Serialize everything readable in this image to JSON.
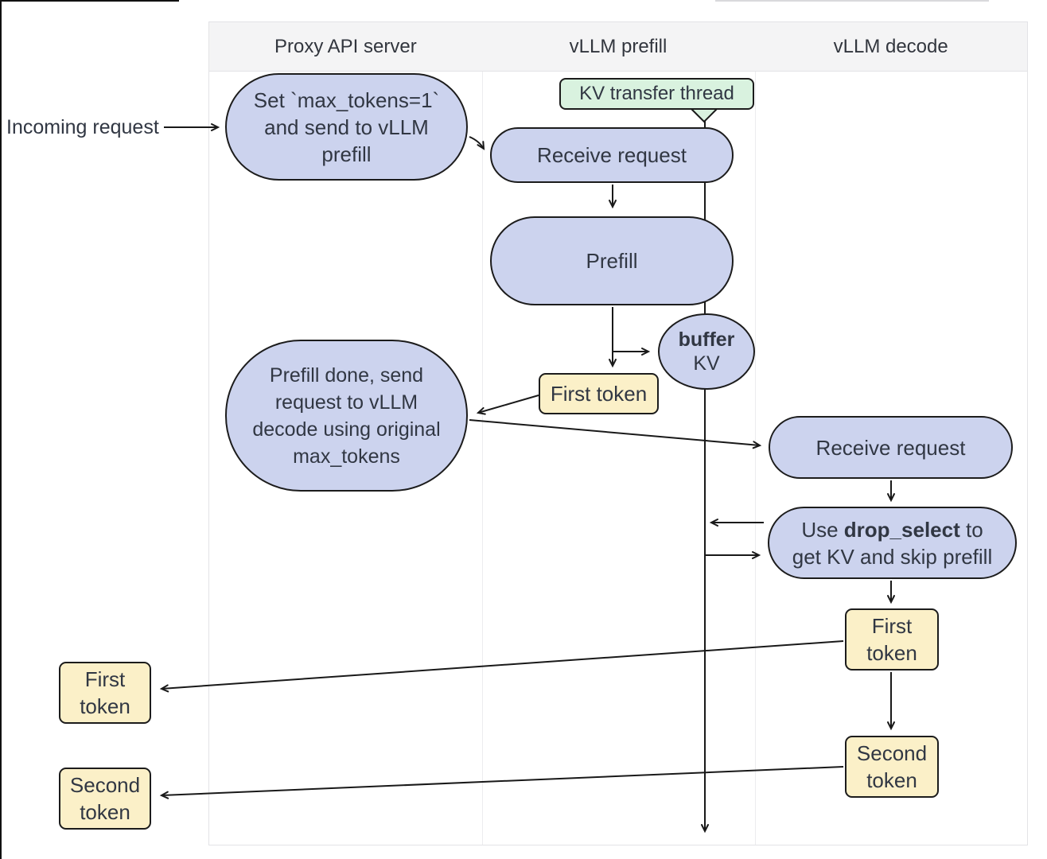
{
  "columns": [
    {
      "label": "Proxy API server"
    },
    {
      "label": "vLLM prefill"
    },
    {
      "label": "vLLM decode"
    }
  ],
  "labels": {
    "incoming": "Incoming request"
  },
  "nodes": {
    "set_max_tokens": "Set `max_tokens=1` and send to vLLM prefill",
    "kv_transfer_thread": "KV transfer thread",
    "receive_request_prefill": "Receive request",
    "prefill": "Prefill",
    "buffer_kv": {
      "bold": "buffer",
      "rest": "KV"
    },
    "first_token_prefill": "First token",
    "prefill_done": "Prefill done, send request to vLLM decode using original max_tokens",
    "receive_request_decode": "Receive request",
    "drop_select": {
      "prefix": "Use ",
      "bold": "drop_select",
      "suffix": " to get KV and skip prefill"
    },
    "first_token_decode": "First token",
    "second_token_decode": "Second token",
    "first_token_out": "First token",
    "second_token_out": "Second token"
  },
  "colors": {
    "node_fill": "#ccd3ee",
    "node_border": "#1c1c1c",
    "token_fill": "#fbf0c8",
    "callout_fill": "#d9f2df",
    "header_bg": "#f4f4f5",
    "panel_border": "#e3e3e6",
    "sep": "#ececef",
    "arrow": "#191919",
    "text": "#313743"
  }
}
